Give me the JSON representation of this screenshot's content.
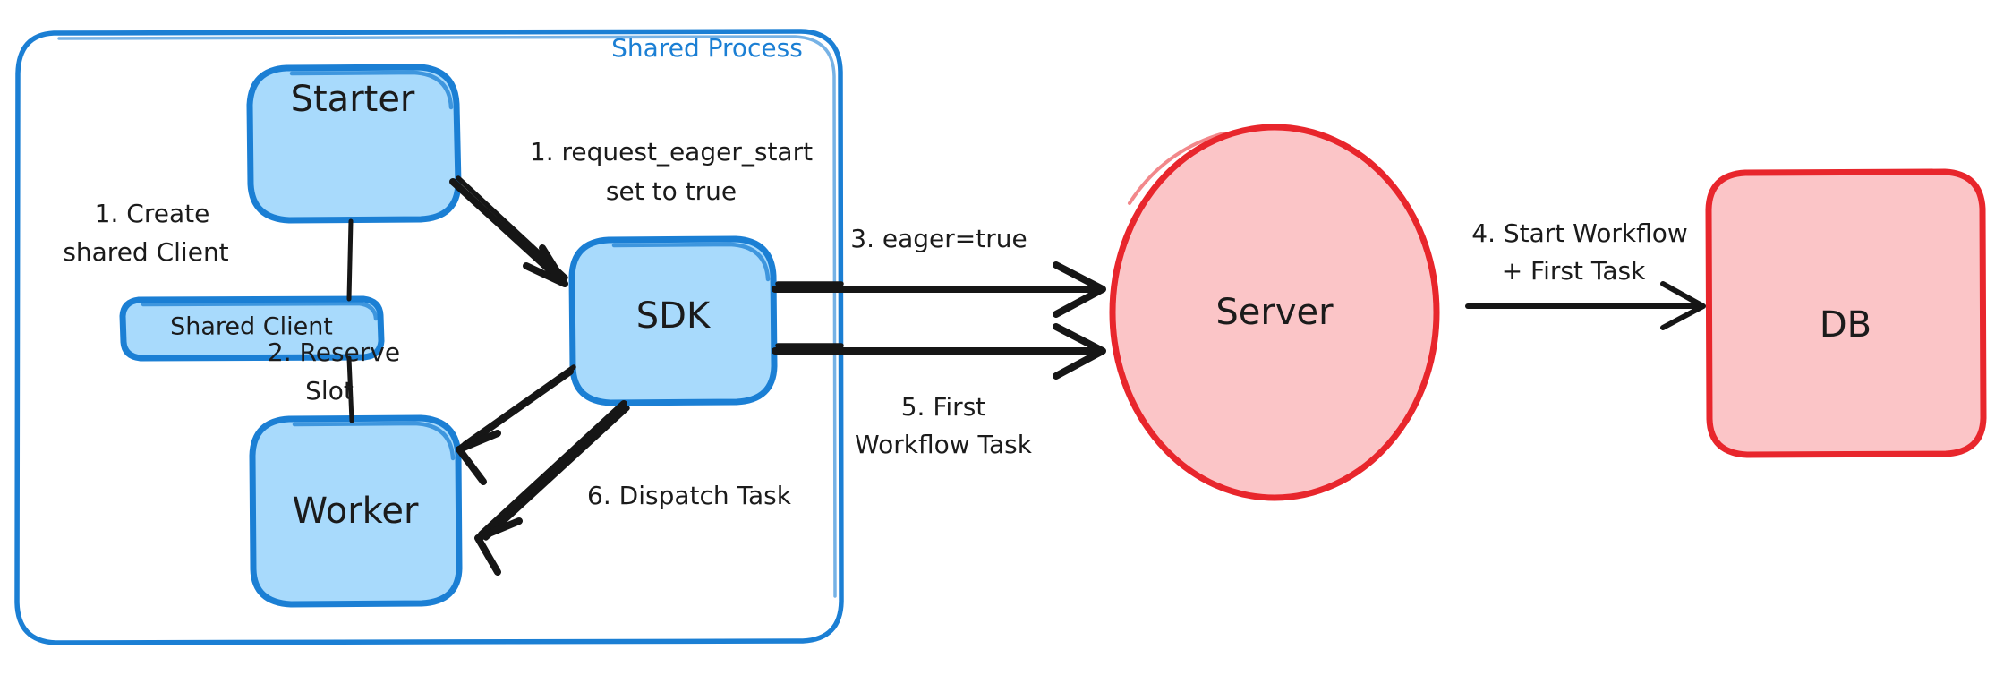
{
  "diagram": {
    "type": "flow-diagram",
    "background_color": "#ffffff",
    "palette": {
      "blue_fill": "#a8dafc",
      "blue_stroke": "#1b7fd4",
      "red_fill": "#fbc5c7",
      "red_stroke": "#e8262c",
      "ink": "#161616"
    },
    "group": {
      "title": "Shared Process",
      "title_color": "#1b7fd4",
      "stroke_color": "#1b7fd4"
    },
    "nodes": [
      {
        "id": "starter",
        "label": "Starter",
        "shape": "rounded-rect",
        "style": "blue"
      },
      {
        "id": "shared_client",
        "label": "Shared Client",
        "shape": "rounded-rect",
        "style": "blue"
      },
      {
        "id": "worker",
        "label": "Worker",
        "shape": "rounded-rect",
        "style": "blue"
      },
      {
        "id": "sdk",
        "label": "SDK",
        "shape": "rounded-rect",
        "style": "blue"
      },
      {
        "id": "server",
        "label": "Server",
        "shape": "ellipse",
        "style": "red"
      },
      {
        "id": "db",
        "label": "DB",
        "shape": "rounded-rect",
        "style": "red"
      }
    ],
    "edges": [
      {
        "id": "e_create",
        "from": "starter",
        "to": "worker",
        "label_line1": "1. Create",
        "label_line2": "shared Client",
        "arrow": false
      },
      {
        "id": "e_eager",
        "from": "starter",
        "to": "sdk",
        "label_line1": "1. request_eager_start",
        "label_line2": "set to true",
        "arrow": true
      },
      {
        "id": "e_reserve",
        "from": "sdk",
        "to": "worker",
        "label_line1": "2. Reserve",
        "label_line2": "Slot",
        "arrow": true
      },
      {
        "id": "e_eagertrue",
        "from": "sdk",
        "to": "server",
        "label_line1": "3. eager=true",
        "label_line2": "",
        "arrow": true
      },
      {
        "id": "e_start",
        "from": "server",
        "to": "db",
        "label_line1": "4. Start Workflow",
        "label_line2": "+ First Task",
        "arrow": true
      },
      {
        "id": "e_firsttask",
        "from": "sdk",
        "to": "server",
        "label_line1": "5. First",
        "label_line2": "Workflow Task",
        "arrow": true
      },
      {
        "id": "e_dispatch",
        "from": "sdk",
        "to": "worker",
        "label_line1": "6. Dispatch Task",
        "label_line2": "",
        "arrow": true
      }
    ]
  }
}
